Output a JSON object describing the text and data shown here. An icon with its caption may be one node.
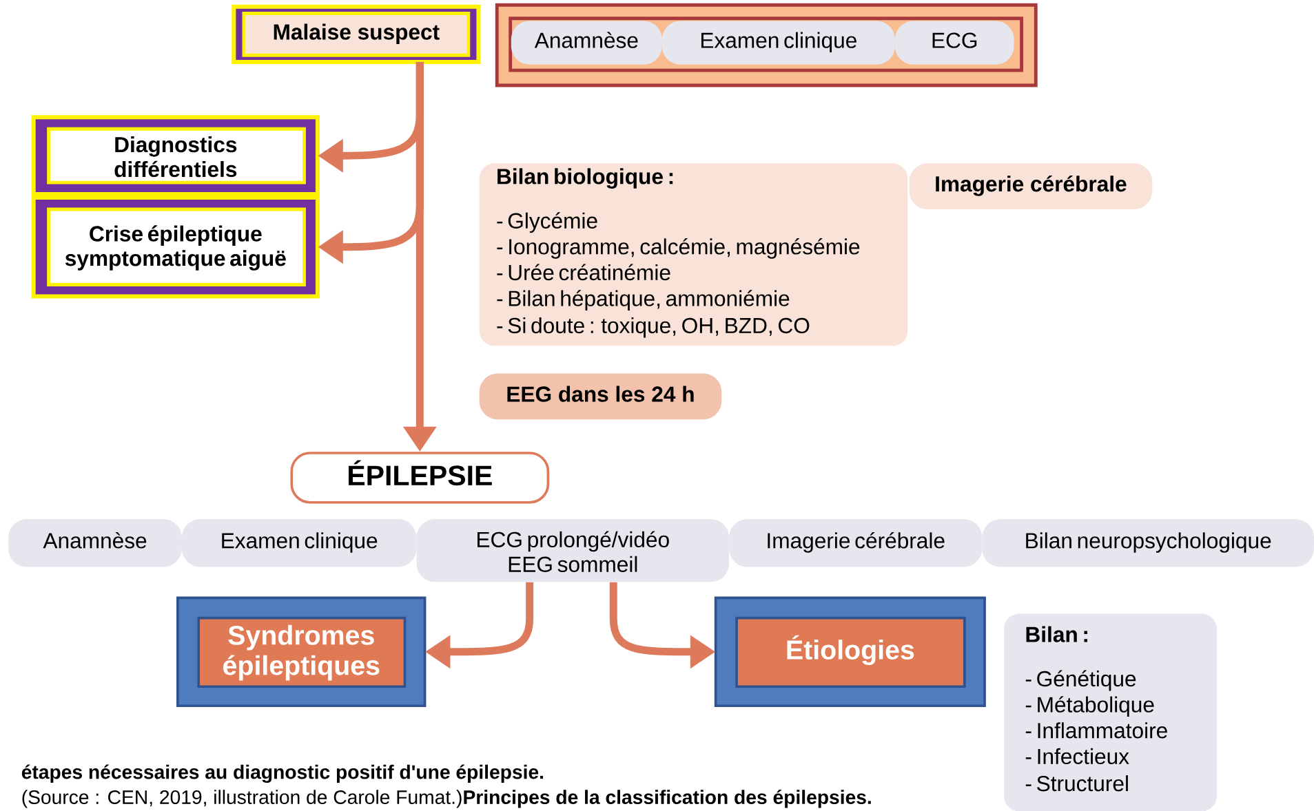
{
  "diagram": {
    "nodes": [
      {
        "text": [
          "Malaise suspect"
        ]
      },
      {
        "text": [],
        "shape": "box"
      },
      {
        "text": [
          "Anamnèse"
        ],
        "in": 1
      },
      {
        "text": [
          "Examen clinique"
        ],
        "in": 1
      },
      {
        "text": [
          "ECG"
        ],
        "in": 1
      },
      {
        "text": [
          "Diagnostics différentiels"
        ]
      },
      {
        "text": [
          "Crise épileptique symptomatique aiguë"
        ]
      },
      {
        "text": [
          "Bilan biologique :",
          "- Glycémie",
          "- Ionogramme, calcémie, magnésémie",
          "- Urée créatinémie",
          "- Bilan hépatique, ammoniémie",
          "- Si doute : toxique, OH, BZD, CO"
        ]
      },
      {
        "text": [
          "Imagerie cérébrale"
        ]
      },
      {
        "text": [
          "EEG dans les 24 h"
        ]
      },
      {
        "text": [
          "ÉPILEPSIE"
        ]
      },
      {
        "text": [
          "Anamnèse"
        ]
      },
      {
        "text": [
          "Examen clinique"
        ]
      },
      {
        "text": [
          "ECG prolongé/vidéo EEG sommeil"
        ]
      },
      {
        "text": [
          "Imagerie cérébrale"
        ]
      },
      {
        "text": [
          "Bilan neuropsychologique"
        ]
      },
      {
        "text": [
          "Syndromes épileptiques"
        ]
      },
      {
        "text": [
          "Étiologies"
        ]
      },
      {
        "text": [
          "Bilan :",
          "- Génétique",
          "- Métabolique",
          "- Inflammatoire",
          "- Infectieux",
          "- Structurel"
        ]
      }
    ],
    "edges": [
      {
        "from": 0,
        "to": 10,
        "arrow": "to"
      },
      {
        "from": 0,
        "to": 5,
        "arrow": "to"
      },
      {
        "from": 0,
        "to": 6,
        "arrow": "to"
      },
      {
        "from": 13,
        "to": 16,
        "arrow": "to"
      },
      {
        "from": 13,
        "to": 17,
        "arrow": "to"
      }
    ],
    "labels": [
      "étapes nécessaires au diagnostic positif d'une épilepsie.",
      "(Source : CEN, 2019, illustration de Carole Fumat.)**Principes de la classification des épilepsies.**"
    ]
  }
}
